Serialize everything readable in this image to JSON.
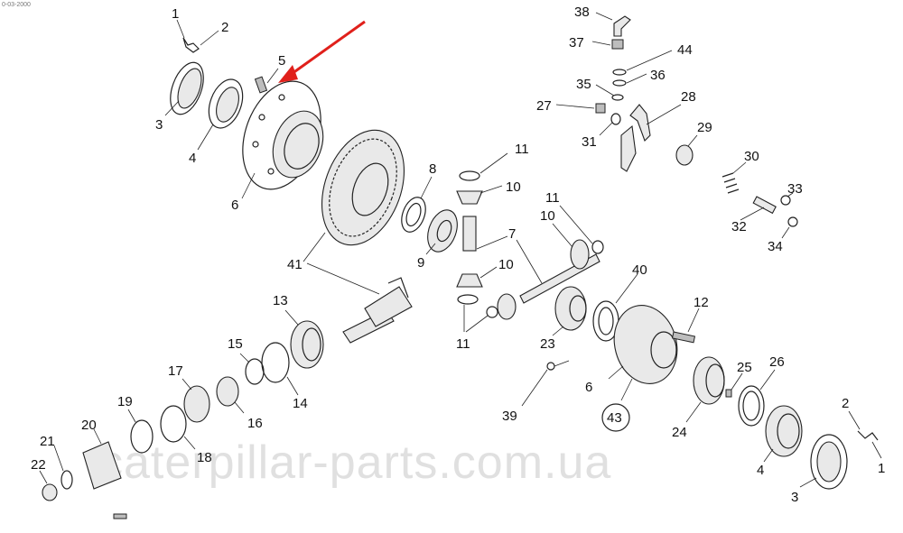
{
  "corner_code": "0-03-2000",
  "watermark": "caterpillar-parts.com.ua",
  "callouts": {
    "c1a": "1",
    "c2a": "2",
    "c3a": "3",
    "c4a": "4",
    "c5": "5",
    "c6a": "6",
    "c41": "41",
    "c8": "8",
    "c9": "9",
    "c11a": "11",
    "c10a": "10",
    "c7": "7",
    "c10b": "10",
    "c11b": "11",
    "c11c": "11",
    "c10c": "10",
    "c13": "13",
    "c15": "15",
    "c14": "14",
    "c17": "17",
    "c16": "16",
    "c19": "19",
    "c18": "18",
    "c20": "20",
    "c21": "21",
    "c22": "22",
    "c23": "23",
    "c40": "40",
    "c12": "12",
    "c6b": "6",
    "c43": "43",
    "c39": "39",
    "c24": "24",
    "c25": "25",
    "c26": "26",
    "c2b": "2",
    "c1b": "1",
    "c4b": "4",
    "c3b": "3",
    "c38": "38",
    "c37": "37",
    "c44": "44",
    "c36": "36",
    "c35": "35",
    "c27": "27",
    "c31": "31",
    "c28": "28",
    "c29": "29",
    "c30": "30",
    "c33": "33",
    "c32": "32",
    "c34": "34"
  },
  "highlight": {
    "color": "#e0201b",
    "target": "5"
  }
}
